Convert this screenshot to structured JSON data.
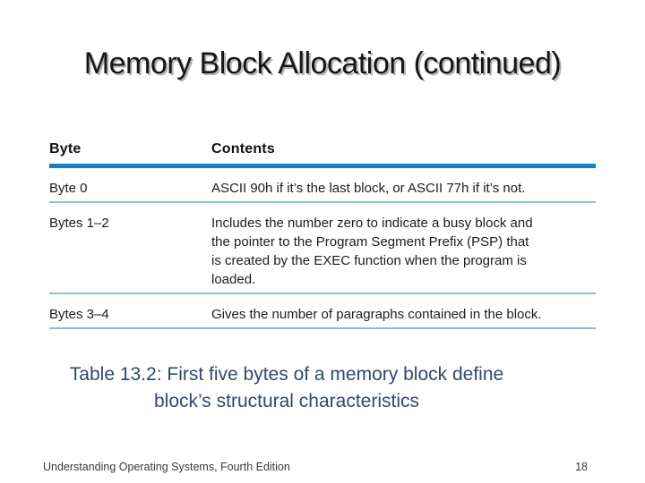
{
  "slide": {
    "title": "Memory Block Allocation (continued)",
    "table": {
      "headers": {
        "byte": "Byte",
        "contents": "Contents"
      },
      "rows": [
        {
          "byte": "Byte 0",
          "contents": "ASCII 90h if it’s the last block, or ASCII 77h if it’s not."
        },
        {
          "byte": "Bytes 1–2",
          "contents": "Includes the number zero to indicate a busy block and\nthe pointer to the Program Segment Prefix (PSP) that\nis created by the EXEC function when the program is\nloaded."
        },
        {
          "byte": "Bytes 3–4",
          "contents": "Gives the number of paragraphs contained in the block."
        }
      ]
    },
    "caption": {
      "line1": "Table 13.2: First five bytes of a memory block define",
      "line2": "block’s structural characteristics"
    },
    "footer": {
      "left": "Understanding Operating Systems, Fourth Edition",
      "page_number": "18"
    },
    "colors": {
      "thick_rule": "#1580c8",
      "thin_rule": "#8fbcd6",
      "caption_text": "#31486b"
    }
  }
}
